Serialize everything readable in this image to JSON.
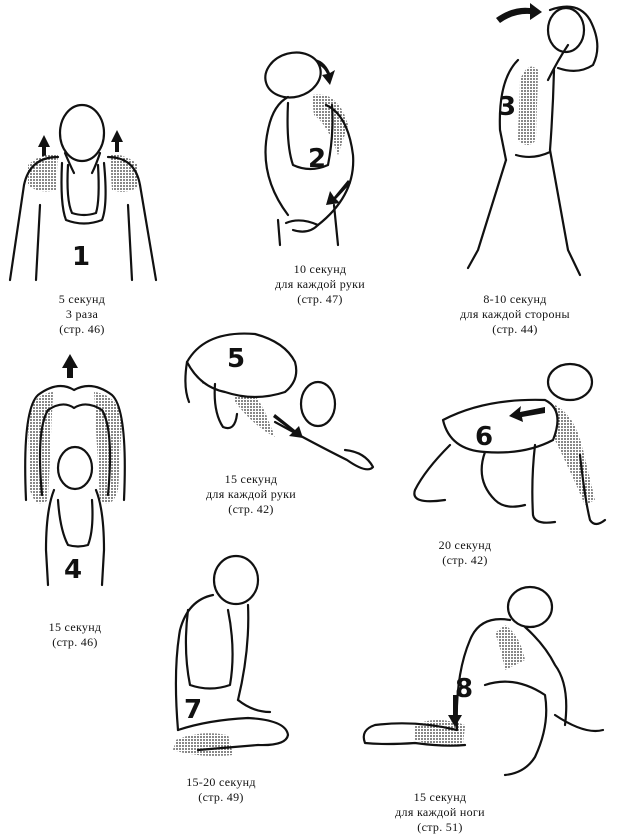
{
  "exercises": [
    {
      "number": "1",
      "lines": [
        "5 секунд",
        "3 раза",
        "(стр. 46)"
      ]
    },
    {
      "number": "2",
      "lines": [
        "10 секунд",
        "для каждой руки",
        "(стр. 47)"
      ]
    },
    {
      "number": "3",
      "lines": [
        "8-10 секунд",
        "для каждой стороны",
        "(стр. 44)"
      ]
    },
    {
      "number": "4",
      "lines": [
        "15 секунд",
        "(стр. 46)"
      ]
    },
    {
      "number": "5",
      "lines": [
        "15 секунд",
        "для каждой руки",
        "(стр. 42)"
      ]
    },
    {
      "number": "6",
      "lines": [
        "20 секунд",
        "(стр. 42)"
      ]
    },
    {
      "number": "7",
      "lines": [
        "15-20 секунд",
        "(стр. 49)"
      ]
    },
    {
      "number": "8",
      "lines": [
        "15 секунд",
        "для каждой ноги",
        "(стр. 51)"
      ]
    }
  ],
  "icons": [
    "arrow-up-icon",
    "curved-arrow-icon",
    "arrow-icon"
  ]
}
